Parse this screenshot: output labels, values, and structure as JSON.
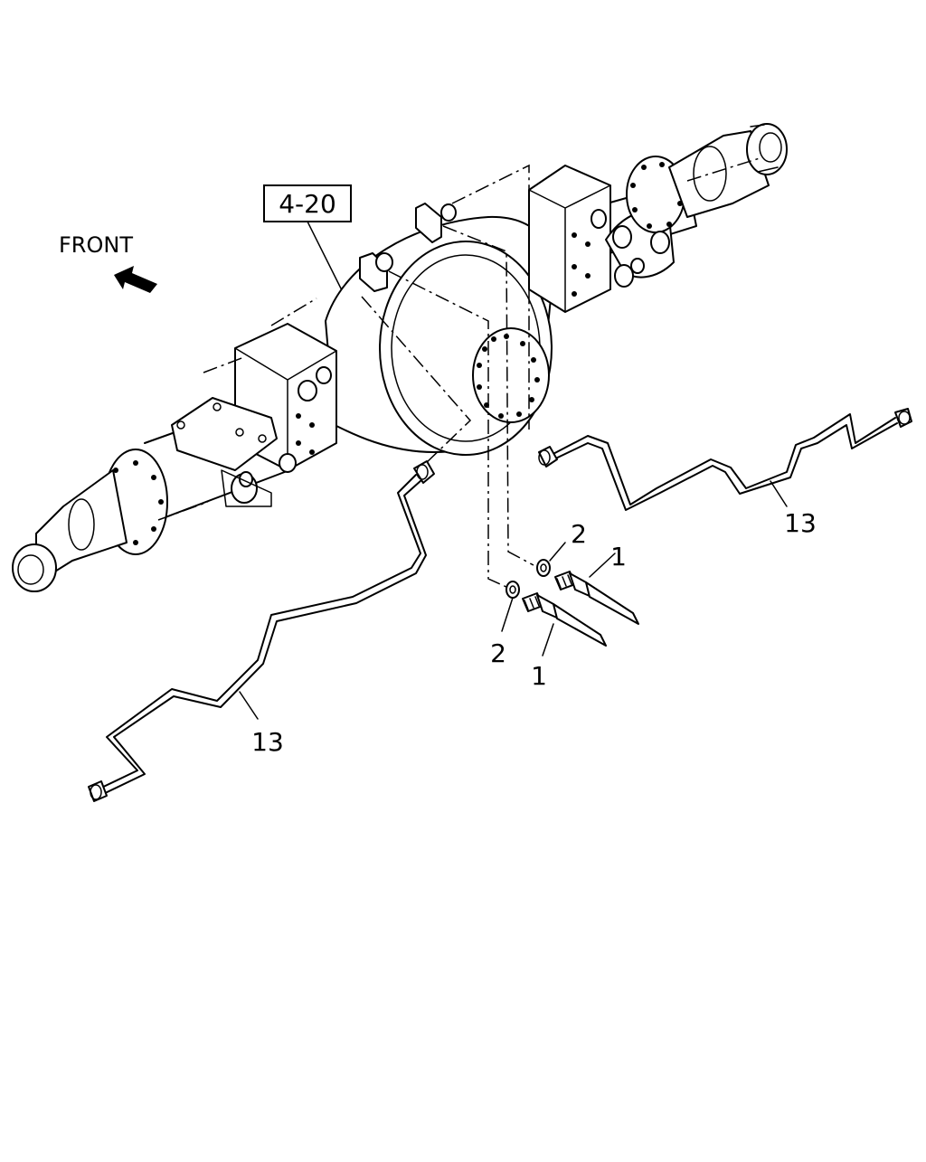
{
  "diagram": {
    "front_label": "FRONT",
    "section_ref": "4-20",
    "callouts": {
      "pipe_right": "13",
      "pipe_left": "13",
      "washer_upper": "2",
      "washer_lower": "2",
      "connector_upper": "1",
      "connector_lower": "1"
    }
  }
}
